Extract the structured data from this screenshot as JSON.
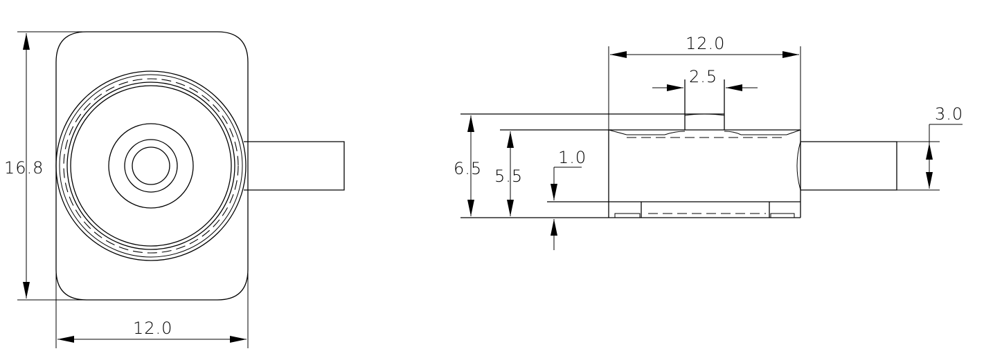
{
  "front_view": {
    "height_dim": "16.8",
    "width_dim": "12.0"
  },
  "side_view": {
    "width_dim": "12.0",
    "center_dim": "2.5",
    "total_height_dim": "6.5",
    "body_height_dim": "5.5",
    "base_offset_dim": "1.0",
    "lead_thickness_dim": "3.0"
  }
}
